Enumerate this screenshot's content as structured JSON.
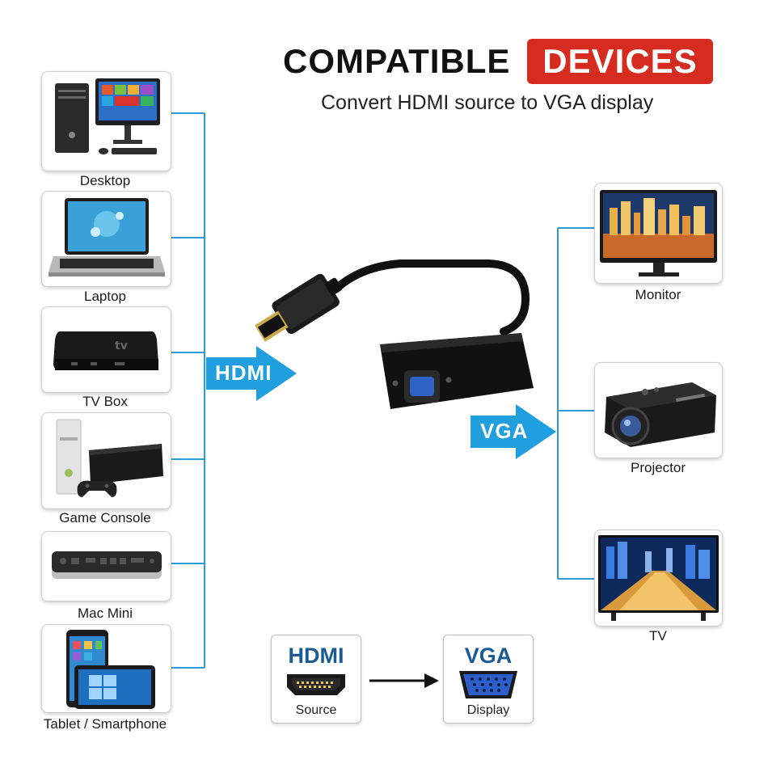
{
  "header": {
    "title": "COMPATIBLE",
    "badge": "DEVICES",
    "subtitle": "Convert HDMI source to VGA display"
  },
  "source_devices": [
    {
      "label": "Desktop",
      "icon": "desktop-computer-icon"
    },
    {
      "label": "Laptop",
      "icon": "laptop-icon"
    },
    {
      "label": "TV Box",
      "icon": "tv-box-icon"
    },
    {
      "label": "Game Console",
      "icon": "game-console-icon"
    },
    {
      "label": "Mac Mini",
      "icon": "mac-mini-icon"
    },
    {
      "label": "Tablet / Smartphone",
      "icon": "tablet-smartphone-icon"
    }
  ],
  "display_devices": [
    {
      "label": "Monitor",
      "icon": "monitor-icon"
    },
    {
      "label": "Projector",
      "icon": "projector-icon"
    },
    {
      "label": "TV",
      "icon": "tv-icon"
    }
  ],
  "arrows": {
    "input": "HDMI",
    "output": "VGA"
  },
  "bottom": {
    "source": {
      "head": "HDMI",
      "foot": "Source"
    },
    "target": {
      "head": "VGA",
      "foot": "Display"
    }
  },
  "colors": {
    "accent_red": "#d62b1f",
    "line_blue": "#2a9bd6",
    "arrow_blue": "#1f9ee0",
    "card_head_blue": "#1a5b94"
  }
}
